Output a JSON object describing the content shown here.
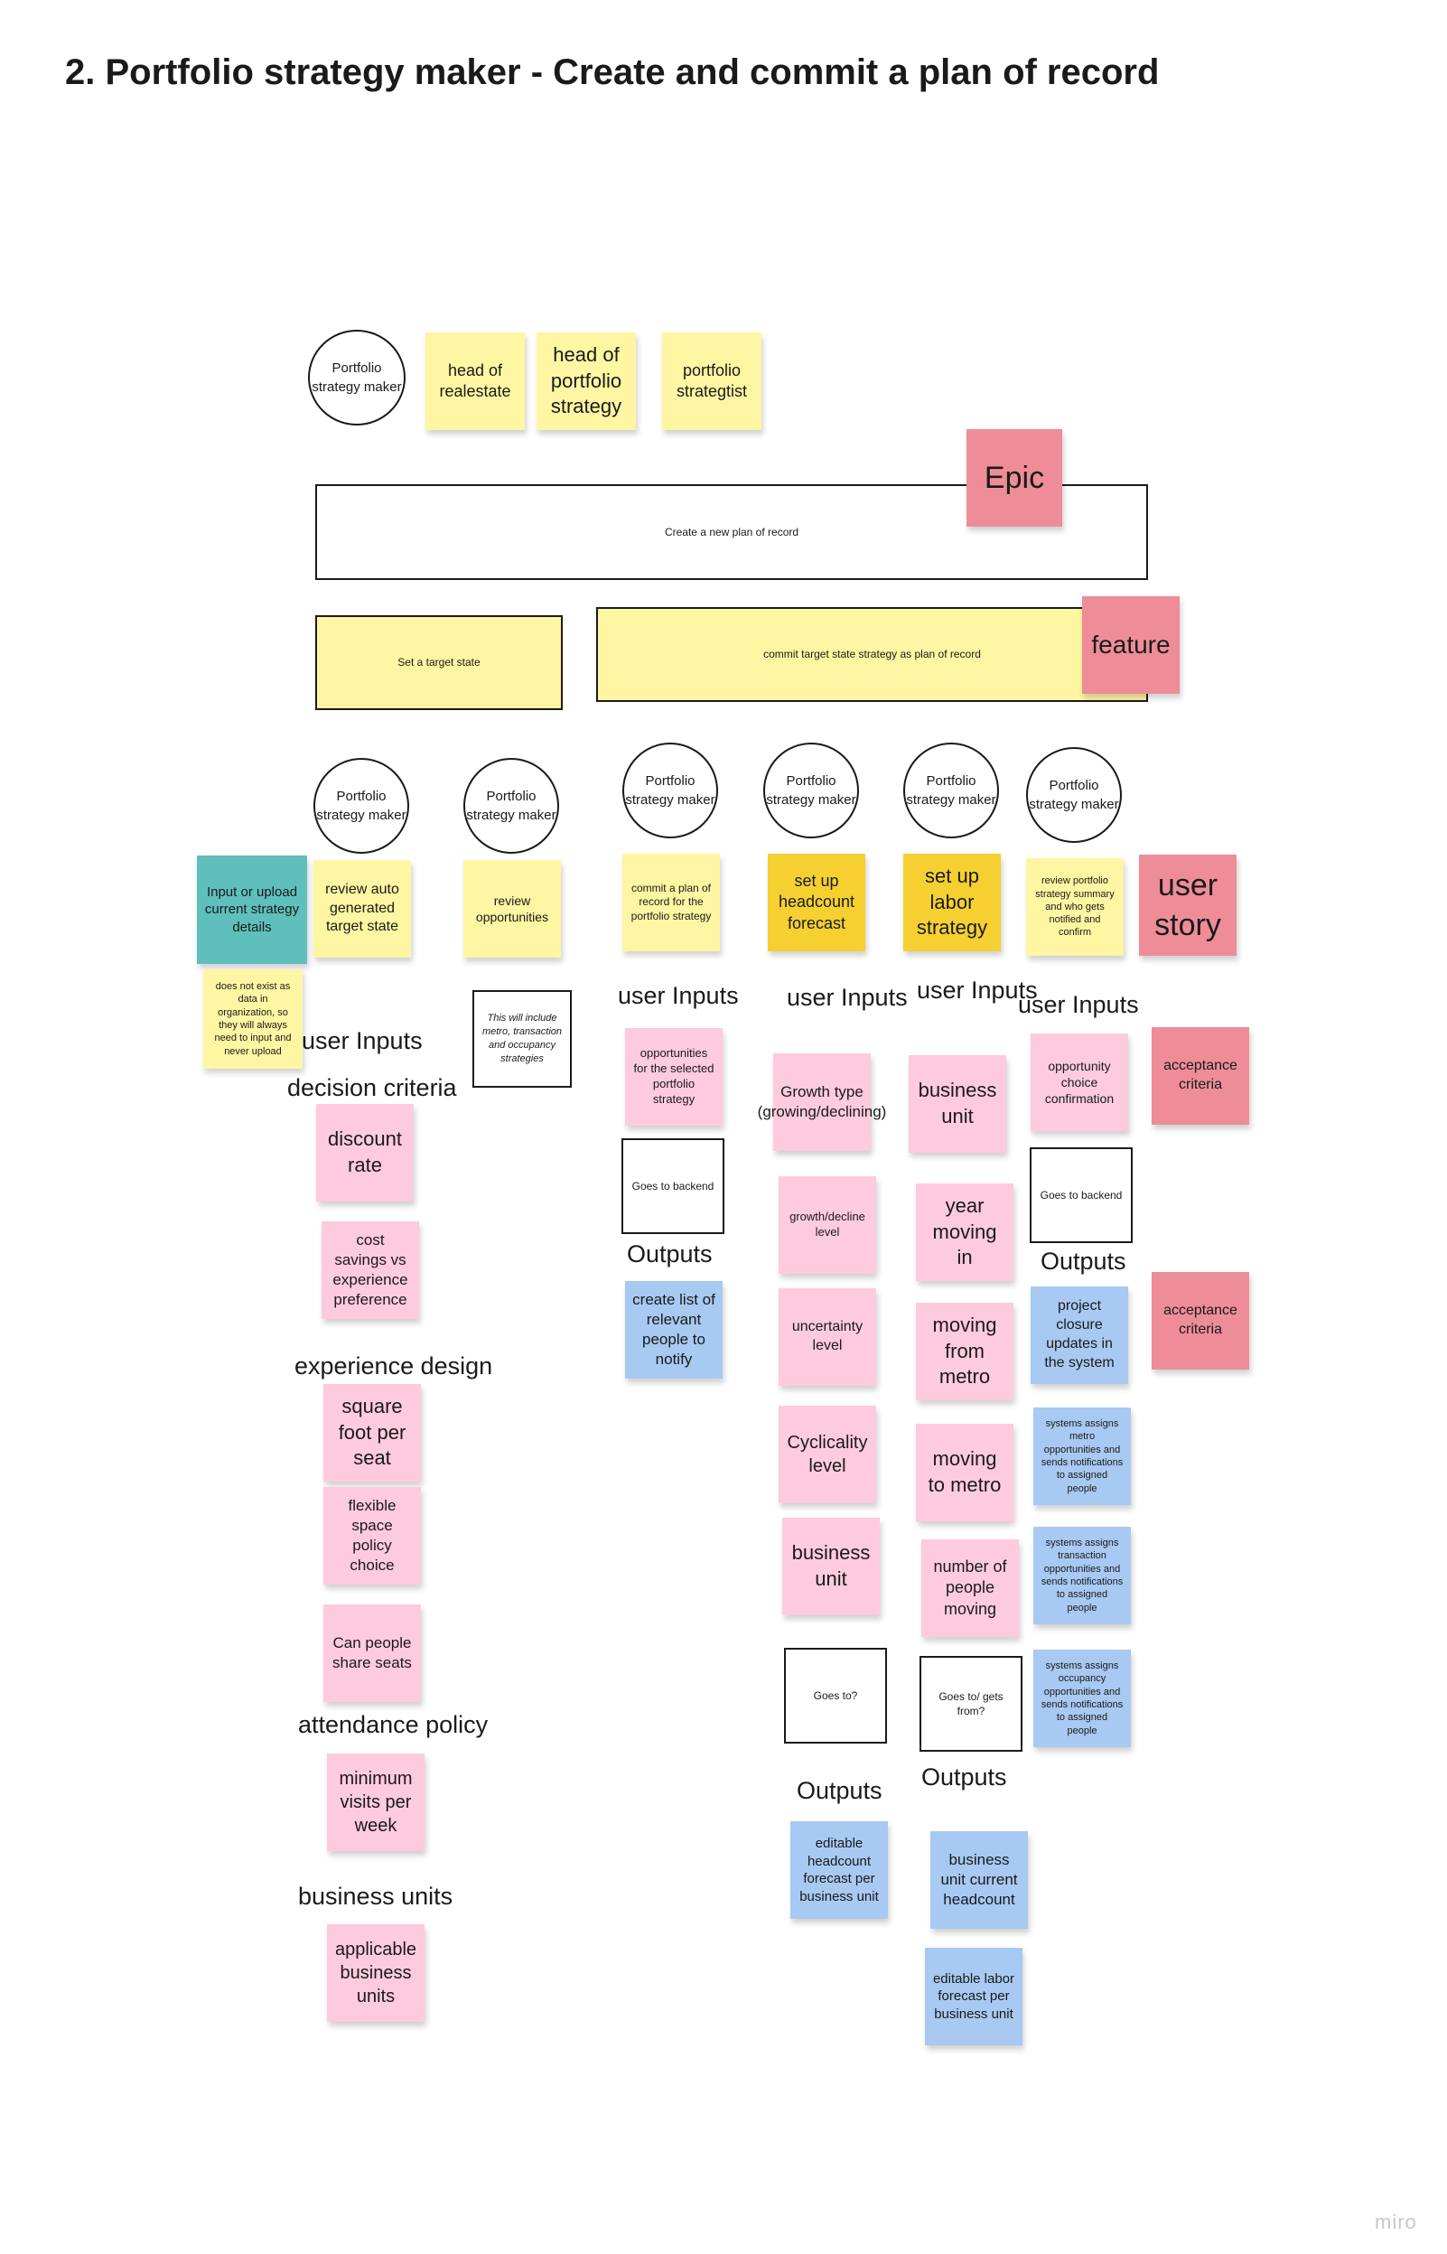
{
  "title": "2. Portfolio strategy maker - Create and commit a plan of record",
  "personas": {
    "circle": "Portfolio strategy maker",
    "head_realestate": "head of realestate",
    "head_portfolio": "head of portfolio strategy",
    "strategist": "portfolio strategtist"
  },
  "legend": {
    "epic": "Epic",
    "feature": "feature",
    "user_story": "user story",
    "acceptance1": "acceptance criteria",
    "acceptance2": "acceptance criteria"
  },
  "epic_box": "Create a new plan of record",
  "features": {
    "target_state": "Set a target state",
    "commit": "commit target state strategy as plan of record"
  },
  "actors": {
    "c1": "Portfolio strategy maker",
    "c2": "Portfolio strategy maker",
    "c3": "Portfolio strategy maker",
    "c4": "Portfolio strategy maker",
    "c5": "Portfolio strategy maker",
    "c6": "Portfolio strategy maker"
  },
  "stories": {
    "input_upload": "Input or upload current strategy details",
    "review_auto": "review auto generated target state",
    "review_opps": "review opportunities",
    "commit_plan": "commit a plan of record for the portfolio strategy",
    "headcount": "set up headcount forecast",
    "labor": "set up labor strategy",
    "review_summary": "review portfolio strategy summary and who gets notified and confirm"
  },
  "notes": {
    "not_exist": "does not exist as data in organization, so they will always need to input and never upload",
    "will_include": "This will include metro, transaction and occupancy strategies"
  },
  "col1": {
    "user_inputs": "user Inputs",
    "decision_criteria": "decision criteria",
    "discount_rate": "discount rate",
    "cost_savings": "cost savings vs experience preference",
    "experience_design": "experience design",
    "square_foot": "square foot per seat",
    "flexible_space": "flexible space policy choice",
    "share_seats": "Can people share seats",
    "attendance_policy": "attendance policy",
    "min_visits": "minimum visits per week",
    "business_units": "business units",
    "applicable_bu": "applicable business units"
  },
  "col3": {
    "user_inputs": "user Inputs",
    "opps_selected": "opportunities for the selected portfolio strategy",
    "backend": "Goes to backend",
    "outputs": "Outputs",
    "create_list": "create list of relevant people to notify"
  },
  "col4": {
    "user_inputs": "user Inputs",
    "growth_type": "Growth type (growing/declining)",
    "growth_level": "growth/decline level",
    "uncertainty": "uncertainty level",
    "cyclicality": "Cyclicality level",
    "business_unit": "business unit",
    "goes_to": "Goes to?",
    "outputs": "Outputs",
    "editable_headcount": "editable headcount forecast per business unit"
  },
  "col5": {
    "user_inputs": "user Inputs",
    "business_unit": "business unit",
    "year_moving": "year moving in",
    "moving_from": "moving from metro",
    "moving_to": "moving to metro",
    "num_people": "number of people moving",
    "goes_to_from": "Goes to/ gets from?",
    "outputs": "Outputs",
    "bu_headcount": "business unit current headcount",
    "editable_labor": "editable labor forecast per business unit"
  },
  "col6": {
    "user_inputs": "user Inputs",
    "opp_confirm": "opportunity choice confirmation",
    "backend": "Goes to backend",
    "outputs": "Outputs",
    "project_closure": "project closure updates in the system",
    "sys_metro": "systems assigns metro opportunities and sends notifications to assigned people",
    "sys_transaction": "systems assigns transaction opportunities and sends notifications to assigned people",
    "sys_occupancy": "systems assigns occupancy opportunities and sends notifications to assigned people"
  },
  "watermark": "miro",
  "colors": {
    "yellow": "#fef6a2",
    "orange": "#f5d030",
    "pink": "#fdcbdd",
    "blue": "#a7c9f2",
    "red": "#ee8d98",
    "teal": "#5fbfbc"
  }
}
